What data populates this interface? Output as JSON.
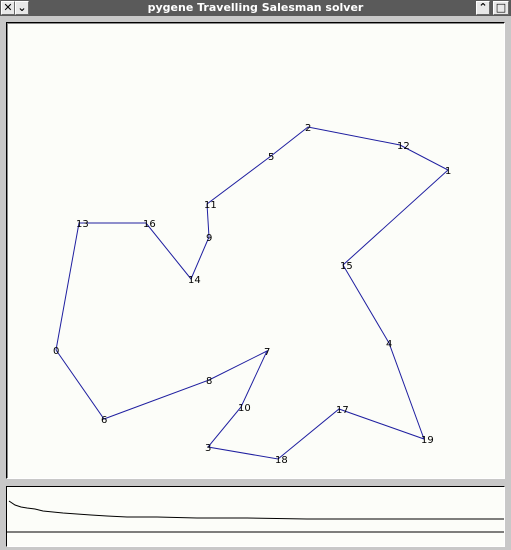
{
  "window": {
    "title": "pygene Travelling Salesman solver",
    "close_glyph": "✕",
    "menu_glyph": "⌄",
    "up_glyph": "⌃",
    "max_glyph": "□"
  },
  "colors": {
    "route": "#1f1fa0",
    "canvas": "#fcfdf9",
    "titlebar": "#5a5a5a"
  },
  "route_order": [
    "0",
    "13",
    "16",
    "14",
    "9",
    "11",
    "5",
    "2",
    "12",
    "1",
    "15",
    "4",
    "19",
    "17",
    "18",
    "3",
    "10",
    "7",
    "8",
    "6",
    "0"
  ],
  "cities": [
    {
      "label": "0"
    },
    {
      "label": "1"
    },
    {
      "label": "2"
    },
    {
      "label": "3"
    },
    {
      "label": "4"
    },
    {
      "label": "5"
    },
    {
      "label": "6"
    },
    {
      "label": "7"
    },
    {
      "label": "8"
    },
    {
      "label": "9"
    },
    {
      "label": "10"
    },
    {
      "label": "11"
    },
    {
      "label": "12"
    },
    {
      "label": "13"
    },
    {
      "label": "14"
    },
    {
      "label": "15"
    },
    {
      "label": "16"
    },
    {
      "label": "17"
    },
    {
      "label": "18"
    },
    {
      "label": "19"
    }
  ]
}
